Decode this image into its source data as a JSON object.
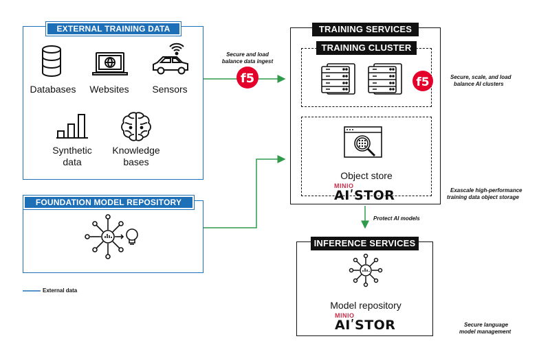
{
  "external_training": {
    "title": "EXTERNAL TRAINING DATA",
    "items": [
      {
        "label": "Databases",
        "icon": "database-icon"
      },
      {
        "label": "Websites",
        "icon": "laptop-globe-icon"
      },
      {
        "label": "Sensors",
        "icon": "connected-car-icon"
      },
      {
        "label_line1": "Synthetic",
        "label_line2": "data",
        "icon": "bar-chart-icon"
      },
      {
        "label_line1": "Knowledge",
        "label_line2": "bases",
        "icon": "brain-icon"
      }
    ]
  },
  "foundation": {
    "title": "FOUNDATION MODEL REPOSITORY",
    "icon": "model-hub-lightbulb-icon"
  },
  "training_services": {
    "title": "TRAINING SERVICES",
    "cluster_title": "TRAINING CLUSTER",
    "object_store_label": "Object store",
    "brand_small": "MINIO",
    "brand_large": "AIʹSTOR"
  },
  "inference": {
    "title": "INFERENCE SERVICES",
    "model_repo_label": "Model repository",
    "brand_small": "MINIO",
    "brand_large": "AIʹSTOR"
  },
  "notes": {
    "ingest_line1": "Secure and load",
    "ingest_line2": "balance data ingest",
    "cluster_line1": "Secure, scale, and load",
    "cluster_line2": "balance AI clusters",
    "storage_line1": "Exascale high-performance",
    "storage_line2": "training data object storage",
    "protect": "Protect AI models",
    "model_mgmt_line1": "Secure language",
    "model_mgmt_line2": "model management"
  },
  "legend": {
    "label": "External data"
  },
  "colors": {
    "blue": "#1d6fb8",
    "green": "#2f9a4a",
    "f5_red": "#e4002b",
    "minio_red": "#c72c48",
    "black": "#111111"
  }
}
